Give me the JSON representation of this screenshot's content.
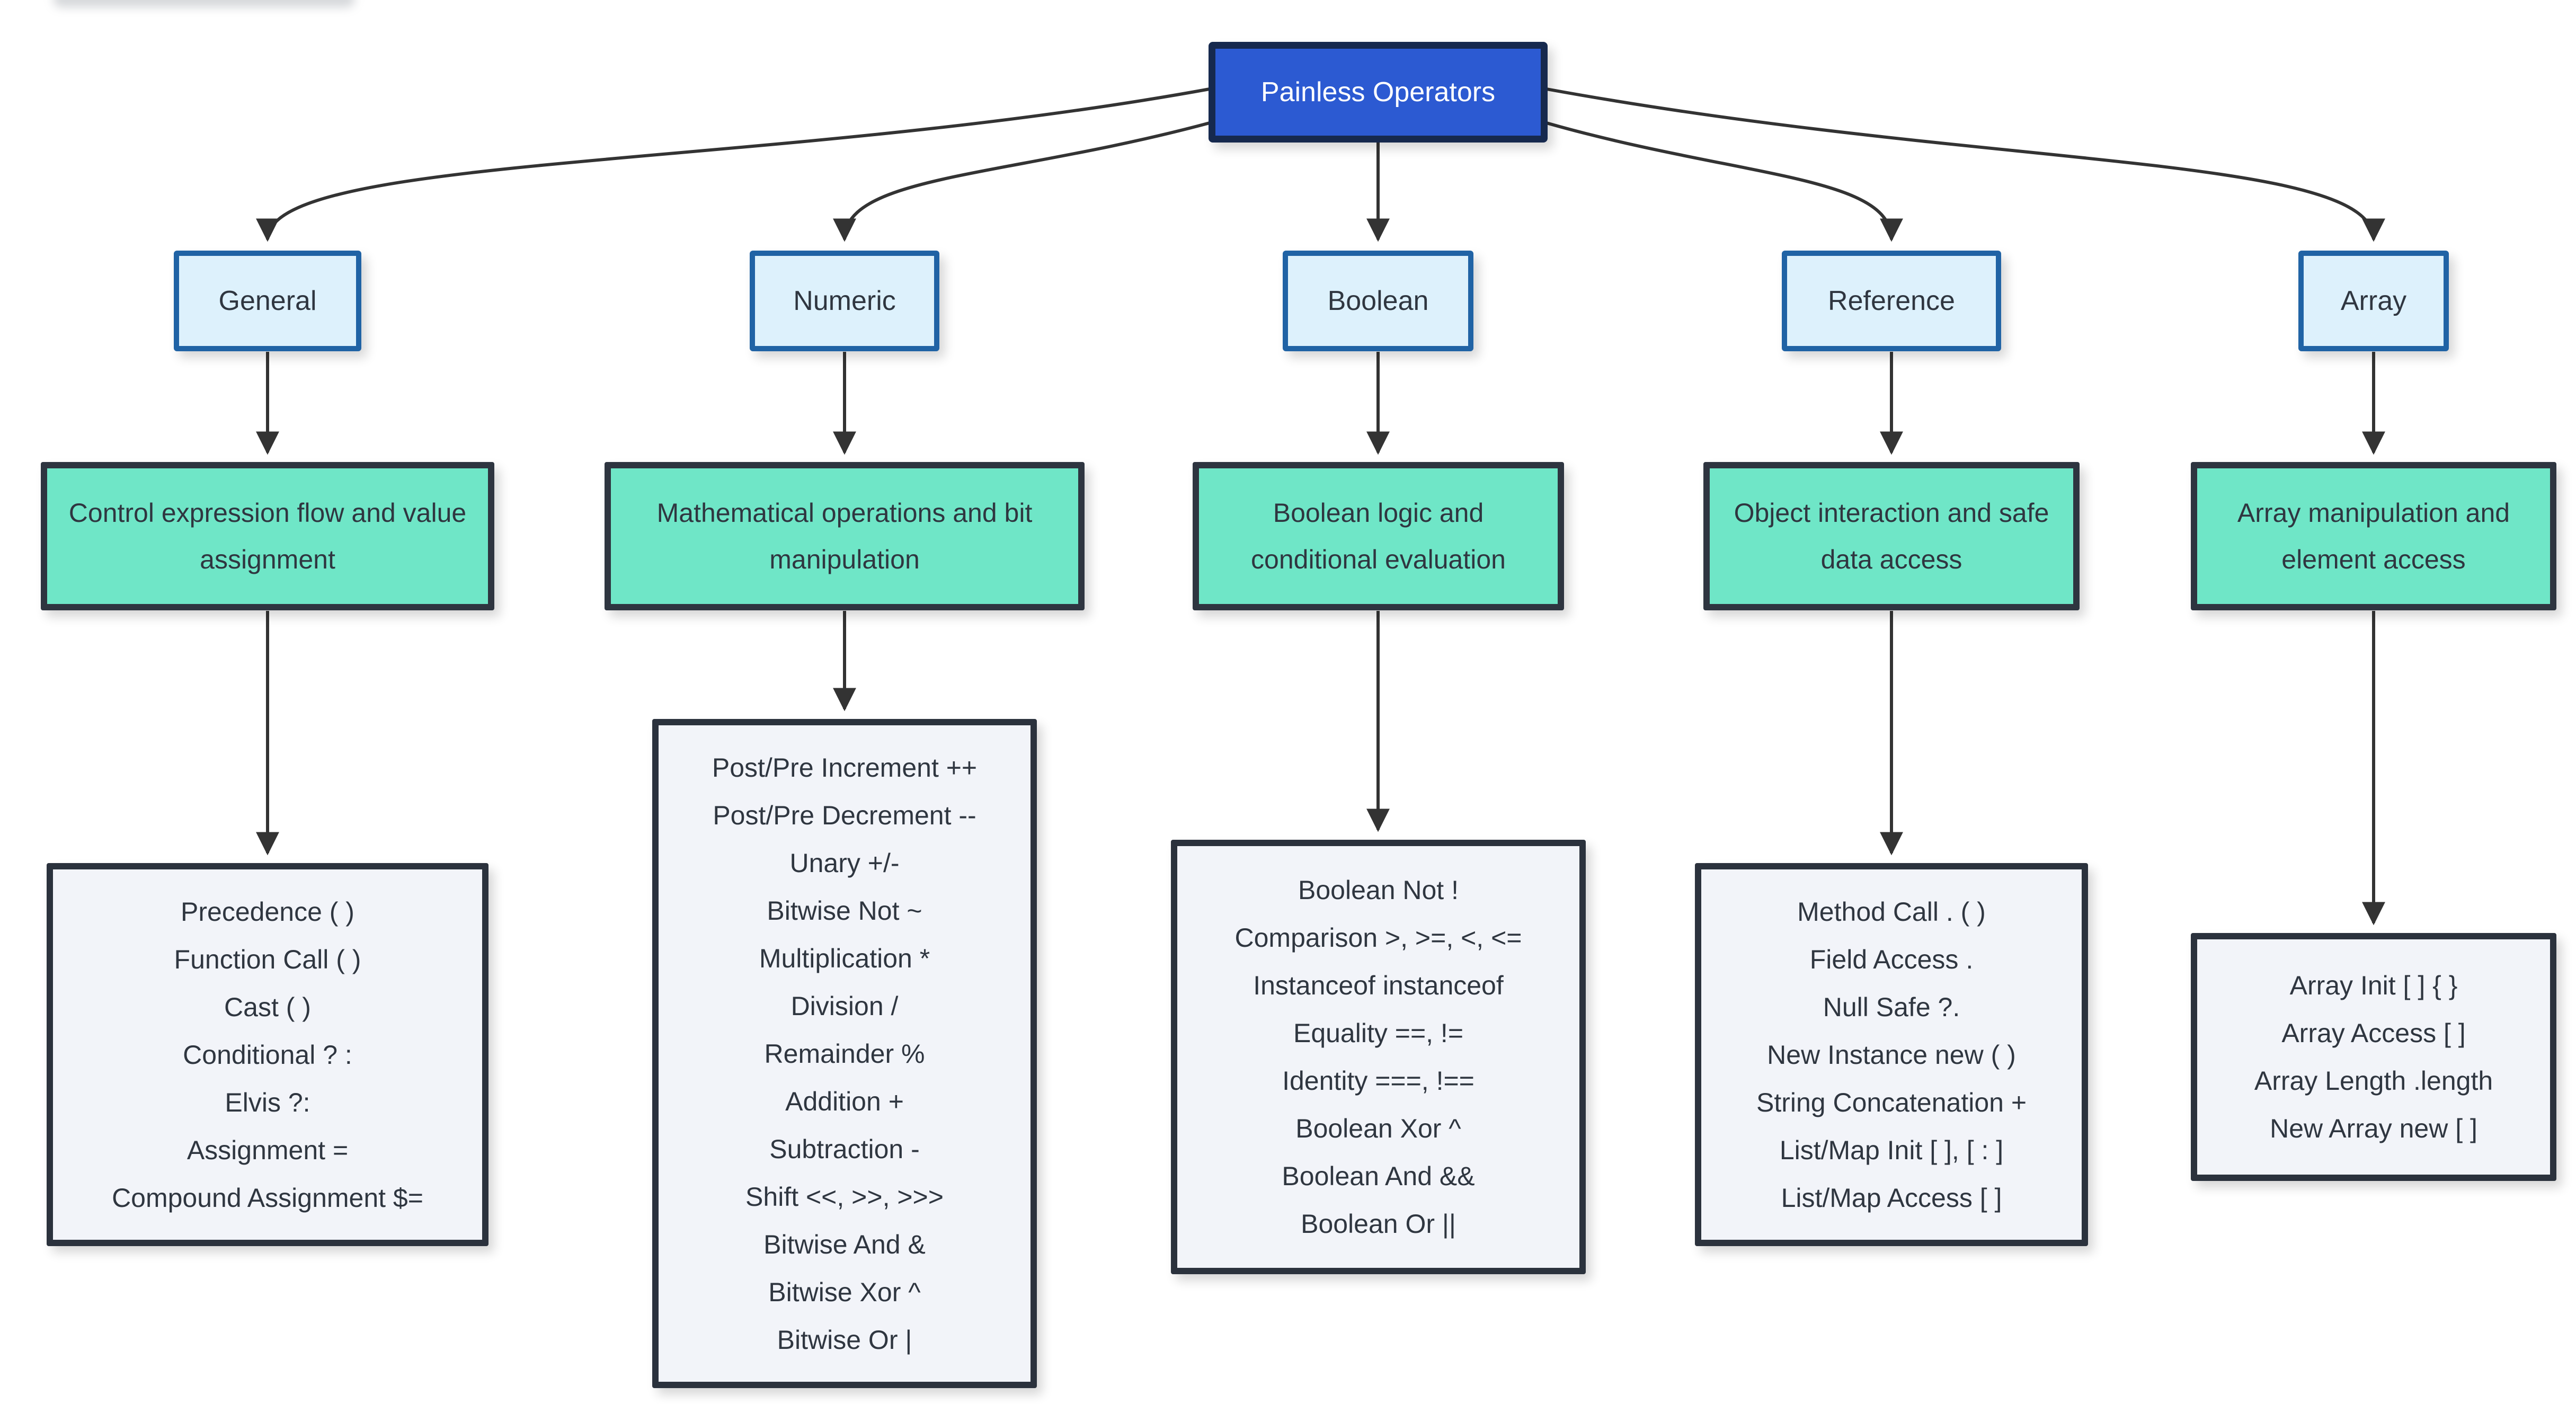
{
  "diagram": {
    "title": "Painless Operators",
    "columns": [
      {
        "label": "General",
        "description": "Control expression flow and value assignment",
        "operators": [
          "Precedence ( )",
          "Function Call ( )",
          "Cast ( )",
          "Conditional ? :",
          "Elvis ?:",
          "Assignment =",
          "Compound Assignment $="
        ]
      },
      {
        "label": "Numeric",
        "description": "Mathematical operations and bit manipulation",
        "operators": [
          "Post/Pre Increment ++",
          "Post/Pre Decrement --",
          "Unary +/-",
          "Bitwise Not ~",
          "Multiplication *",
          "Division /",
          "Remainder %",
          "Addition +",
          "Subtraction -",
          "Shift <<, >>, >>>",
          "Bitwise And &",
          "Bitwise Xor ^",
          "Bitwise Or |"
        ]
      },
      {
        "label": "Boolean",
        "description": "Boolean logic and conditional evaluation",
        "operators": [
          "Boolean Not !",
          "Comparison >, >=, <, <=",
          "Instanceof instanceof",
          "Equality ==, !=",
          "Identity ===, !==",
          "Boolean Xor ^",
          "Boolean And &&",
          "Boolean Or ||"
        ]
      },
      {
        "label": "Reference",
        "description": "Object interaction and safe data access",
        "operators": [
          "Method Call . ( )",
          "Field Access .",
          "Null Safe ?.",
          "New Instance new ( )",
          "String Concatenation +",
          "List/Map Init [ ], [ : ]",
          "List/Map Access [ ]"
        ]
      },
      {
        "label": "Array",
        "description": "Array manipulation and element access",
        "operators": [
          "Array Init [ ] { }",
          "Array Access [ ]",
          "Array Length .length",
          "New Array new [ ]"
        ]
      }
    ]
  },
  "colors": {
    "root-fill": "#2C5AD2",
    "root-border": "#16294E",
    "root-text": "#FFFFFF",
    "category-fill": "#DDF1FC",
    "category-border": "#2063A5",
    "desc-fill": "#6FE6C7",
    "desc-border": "#2E3540",
    "detail-fill": "#F2F4F9",
    "detail-border": "#2B323D",
    "arrow": "#333333",
    "text": "#2F3640",
    "background": "#FFFFFF"
  }
}
